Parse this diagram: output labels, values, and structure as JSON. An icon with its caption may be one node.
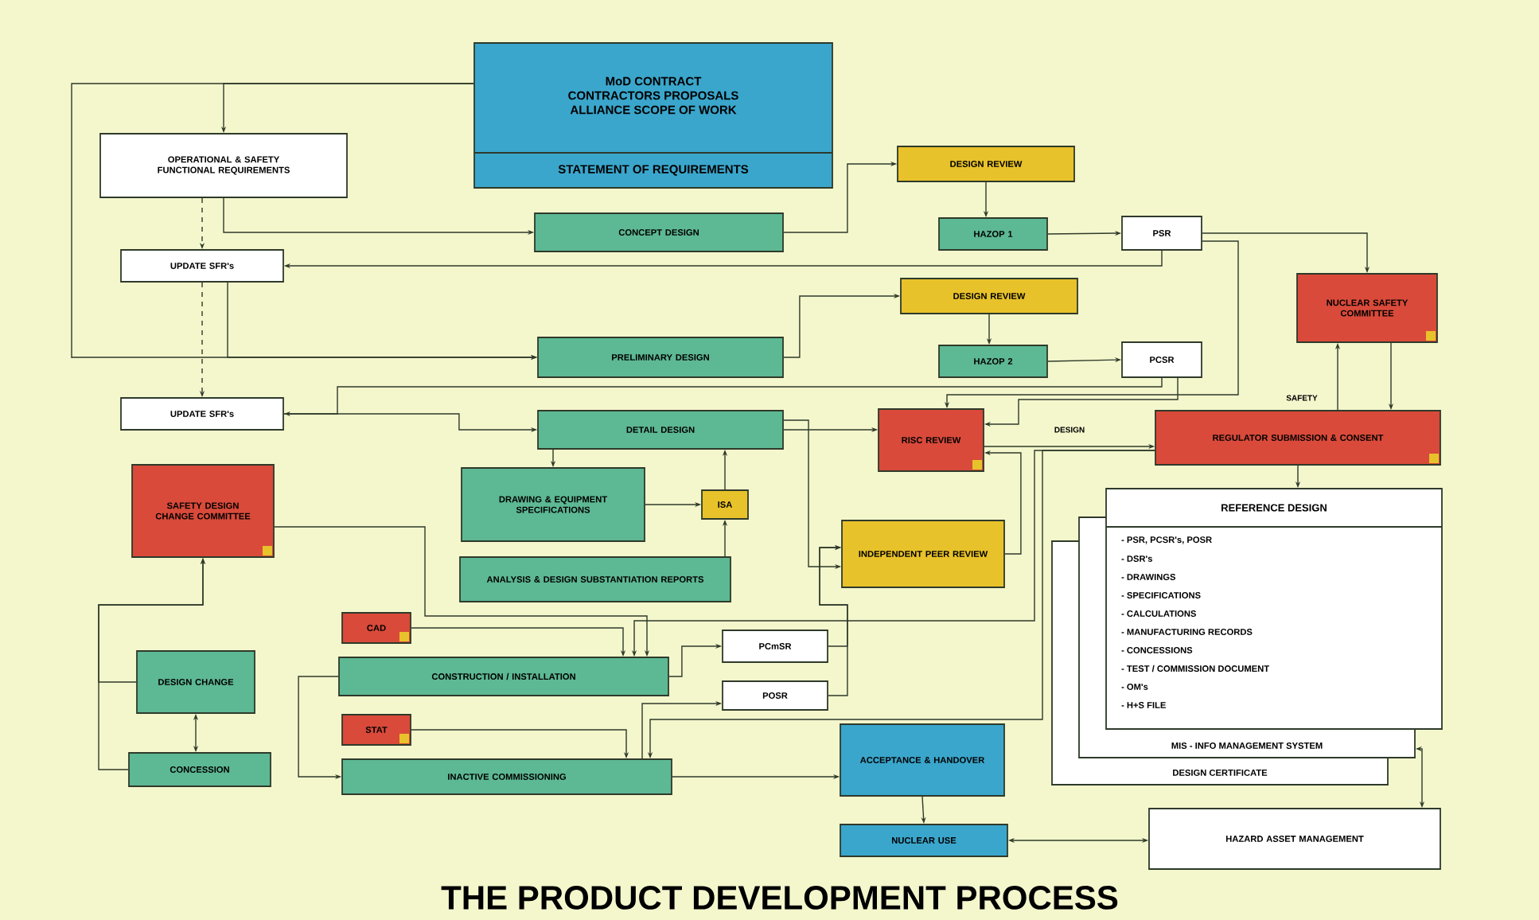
{
  "diagram": {
    "title": "THE PRODUCT DEVELOPMENT PROCESS",
    "nodes": [
      {
        "text": [
          "MoD CONTRACT",
          "CONTRACTORS PROPOSALS",
          "ALLIANCE SCOPE OF WORK",
          "STATEMENT OF REQUIREMENTS"
        ]
      },
      {
        "text": [
          "OPERATIONAL & SAFETY FUNCTIONAL REQUIREMENTS"
        ]
      },
      {
        "text": [
          "UPDATE SFR's"
        ]
      },
      {
        "text": [
          "CONCEPT DESIGN"
        ]
      },
      {
        "text": [
          "DESIGN REVIEW"
        ]
      },
      {
        "text": [
          "HAZOP 1"
        ]
      },
      {
        "text": [
          "PSR"
        ]
      },
      {
        "text": [
          "NUCLEAR SAFETY COMMITTEE"
        ]
      },
      {
        "text": [
          "DESIGN REVIEW"
        ]
      },
      {
        "text": [
          "PRELIMINARY DESIGN"
        ]
      },
      {
        "text": [
          "HAZOP 2"
        ]
      },
      {
        "text": [
          "PCSR"
        ]
      },
      {
        "text": [
          "UPDATE SFR's"
        ]
      },
      {
        "text": [
          "DETAIL DESIGN"
        ]
      },
      {
        "text": [
          "RISC REVIEW"
        ]
      },
      {
        "text": [
          "REGULATOR SUBMISSION & CONSENT"
        ]
      },
      {
        "text": [
          "SAFETY DESIGN CHANGE COMMITTEE"
        ]
      },
      {
        "text": [
          "DRAWING & EQUIPMENT SPECIFICATIONS"
        ]
      },
      {
        "text": [
          "ISA"
        ]
      },
      {
        "text": [
          "ANALYSIS & DESIGN SUBSTANTIATION REPORTS"
        ]
      },
      {
        "text": [
          "INDEPENDENT PEER REVIEW"
        ]
      },
      {
        "text": [
          "DESIGN CERTIFICATE"
        ]
      },
      {
        "text": [
          "MIS - INFO MANAGEMENT SYSTEM"
        ]
      },
      {
        "text": [
          "REFERENCE DESIGN",
          "- PSR, PCSR's, POSR",
          "- DSR's",
          "- DRAWINGS",
          "- SPECIFICATIONS",
          "- CALCULATIONS",
          "- MANUFACTURING RECORDS",
          "- CONCESSIONS",
          "- TEST / COMMISSION DOCUMENT",
          "- OM's",
          "- H+S FILE"
        ]
      },
      {
        "text": [
          "CAD"
        ]
      },
      {
        "text": [
          "CONSTRUCTION / INSTALLATION"
        ]
      },
      {
        "text": [
          "DESIGN CHANGE"
        ]
      },
      {
        "text": [
          "PCmSR"
        ]
      },
      {
        "text": [
          "POSR"
        ]
      },
      {
        "text": [
          "STAT"
        ]
      },
      {
        "text": [
          "CONCESSION"
        ]
      },
      {
        "text": [
          "INACTIVE COMMISSIONING"
        ]
      },
      {
        "text": [
          "ACCEPTANCE & HANDOVER"
        ]
      },
      {
        "text": [
          "NUCLEAR USE"
        ]
      },
      {
        "text": [
          "HAZARD ASSET MANAGEMENT"
        ]
      }
    ],
    "edges": [
      {
        "from": 0,
        "to": 1,
        "arrow": "to"
      },
      {
        "from": 0,
        "to": 9,
        "arrow": "to"
      },
      {
        "from": 1,
        "to": 3,
        "arrow": "to"
      },
      {
        "from": 1,
        "to": 2,
        "arrow": "to",
        "style": "dashed"
      },
      {
        "from": 2,
        "to": 12,
        "arrow": "to",
        "style": "dashed"
      },
      {
        "from": 6,
        "to": 2,
        "arrow": "to"
      },
      {
        "from": 2,
        "to": 9,
        "arrow": "to"
      },
      {
        "from": 3,
        "to": 4,
        "arrow": "to"
      },
      {
        "from": 4,
        "to": 5,
        "arrow": "to"
      },
      {
        "from": 5,
        "to": 6,
        "arrow": "to"
      },
      {
        "from": 6,
        "to": 7,
        "arrow": "to"
      },
      {
        "from": 6,
        "to": 14,
        "arrow": "to"
      },
      {
        "from": 9,
        "to": 8,
        "arrow": "to"
      },
      {
        "from": 8,
        "to": 10,
        "arrow": "to"
      },
      {
        "from": 10,
        "to": 11,
        "arrow": "to"
      },
      {
        "from": 11,
        "to": 12,
        "arrow": "to"
      },
      {
        "from": 11,
        "to": 14,
        "arrow": "to"
      },
      {
        "from": 12,
        "to": 13,
        "arrow": "to"
      },
      {
        "from": 13,
        "to": 14,
        "arrow": "to"
      },
      {
        "from": 14,
        "to": 15,
        "arrow": "to",
        "label": "DESIGN"
      },
      {
        "from": 15,
        "to": 7,
        "arrow": "to",
        "label": "SAFETY"
      },
      {
        "from": 7,
        "to": 15,
        "arrow": "to"
      },
      {
        "from": 15,
        "to": 23,
        "arrow": "to"
      },
      {
        "from": 13,
        "to": 17,
        "arrow": "to"
      },
      {
        "from": 17,
        "to": 18,
        "arrow": "to"
      },
      {
        "from": 19,
        "to": 18,
        "arrow": "to"
      },
      {
        "from": 18,
        "to": 13,
        "arrow": "to"
      },
      {
        "from": 16,
        "to": 25,
        "arrow": "to"
      },
      {
        "from": 26,
        "to": 16,
        "arrow": "to"
      },
      {
        "from": 30,
        "to": 16,
        "arrow": "to"
      },
      {
        "from": 26,
        "to": 30,
        "arrow": "both"
      },
      {
        "from": 24,
        "to": 25,
        "arrow": "to"
      },
      {
        "from": 29,
        "to": 31,
        "arrow": "to"
      },
      {
        "from": 25,
        "to": 27,
        "arrow": "to"
      },
      {
        "from": 31,
        "to": 28,
        "arrow": "to"
      },
      {
        "from": 27,
        "to": 20,
        "arrow": "to"
      },
      {
        "from": 28,
        "to": 20,
        "arrow": "to"
      },
      {
        "from": 20,
        "to": 14,
        "arrow": "to"
      },
      {
        "from": 13,
        "to": 20,
        "arrow": "to"
      },
      {
        "from": 15,
        "to": 25,
        "arrow": "to"
      },
      {
        "from": 15,
        "to": 31,
        "arrow": "to"
      },
      {
        "from": 25,
        "to": 31,
        "arrow": "to"
      },
      {
        "from": 31,
        "to": 32,
        "arrow": "to"
      },
      {
        "from": 32,
        "to": 33,
        "arrow": "to"
      },
      {
        "from": 33,
        "to": 34,
        "arrow": "both"
      },
      {
        "from": 34,
        "to": 22,
        "arrow": "both"
      }
    ]
  }
}
